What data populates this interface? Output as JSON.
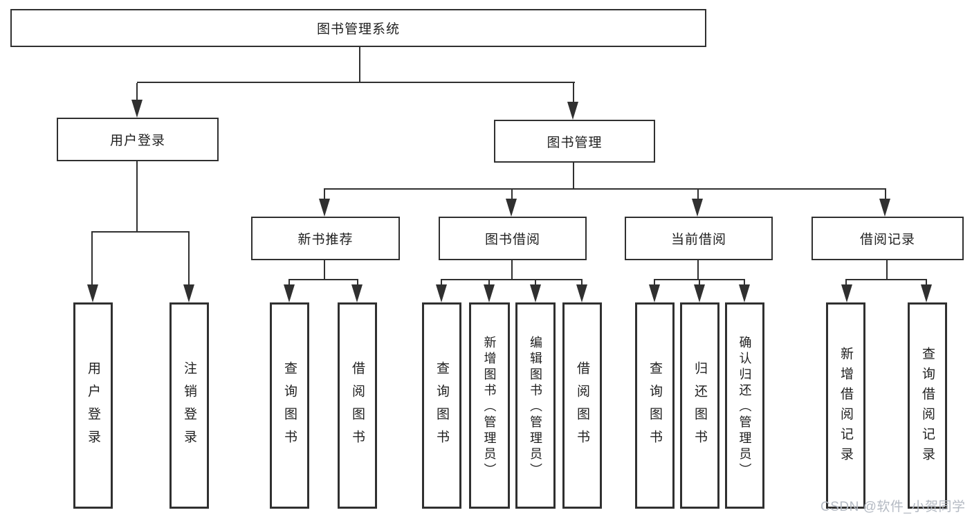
{
  "tree": {
    "root": {
      "label": "图书管理系统",
      "children": [
        {
          "label": "用户登录",
          "children": [
            {
              "label": "用户登录"
            },
            {
              "label": "注销登录"
            }
          ]
        },
        {
          "label": "图书管理",
          "children": [
            {
              "label": "新书推荐",
              "children": [
                {
                  "label": "查询图书"
                },
                {
                  "label": "借阅图书"
                }
              ]
            },
            {
              "label": "图书借阅",
              "children": [
                {
                  "label": "查询图书"
                },
                {
                  "label": "新增图书（管理员）"
                },
                {
                  "label": "编辑图书（管理员）"
                },
                {
                  "label": "借阅图书"
                }
              ]
            },
            {
              "label": "当前借阅",
              "children": [
                {
                  "label": "查询图书"
                },
                {
                  "label": "归还图书"
                },
                {
                  "label": "确认归还（管理员）"
                }
              ]
            },
            {
              "label": "借阅记录",
              "children": [
                {
                  "label": "新增借阅记录"
                },
                {
                  "label": "查询借阅记录"
                }
              ]
            }
          ]
        }
      ]
    }
  },
  "watermark": {
    "text": "CSDN @软件_小贺同学"
  },
  "colors": {
    "line": "#303030",
    "text": "#1f1f1f",
    "watermark": "#b4bac3",
    "background": "#ffffff"
  }
}
